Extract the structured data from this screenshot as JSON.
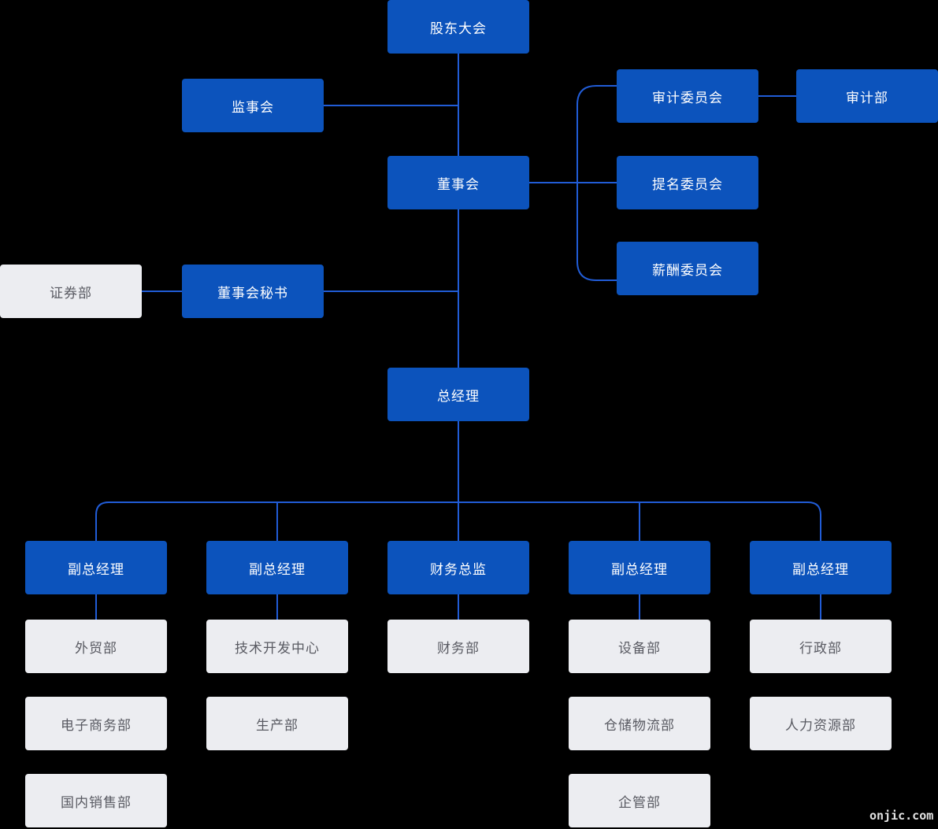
{
  "watermark": {
    "text": "onjic.com"
  },
  "colors": {
    "background": "#000000",
    "primary_node_fill": "#0C53BC",
    "secondary_node_fill": "#ECEDF1",
    "connector_line": "#215CD6",
    "primary_node_text": "#FFFFFF",
    "secondary_node_text": "#595A62",
    "watermark_text": "#E2E2E2"
  },
  "nodes": {
    "shareholders": {
      "label": "股东大会"
    },
    "supervisory": {
      "label": "监事会"
    },
    "board": {
      "label": "董事会"
    },
    "audit_committee": {
      "label": "审计委员会"
    },
    "audit_dept": {
      "label": "审计部"
    },
    "nomination_committee": {
      "label": "提名委员会"
    },
    "compensation_committee": {
      "label": "薪酬委员会"
    },
    "securities_dept": {
      "label": "证券部"
    },
    "board_secretary": {
      "label": "董事会秘书"
    },
    "general_manager": {
      "label": "总经理"
    },
    "deputy_gm_1": {
      "label": "副总经理"
    },
    "deputy_gm_2": {
      "label": "副总经理"
    },
    "cfo": {
      "label": "财务总监"
    },
    "deputy_gm_3": {
      "label": "副总经理"
    },
    "deputy_gm_4": {
      "label": "副总经理"
    },
    "foreign_trade_dept": {
      "label": "外贸部"
    },
    "ecommerce_dept": {
      "label": "电子商务部"
    },
    "domestic_sales_dept": {
      "label": "国内销售部"
    },
    "tech_dev_center": {
      "label": "技术开发中心"
    },
    "production_dept": {
      "label": "生产部"
    },
    "finance_dept": {
      "label": "财务部"
    },
    "equipment_dept": {
      "label": "设备部"
    },
    "warehouse_logistics_dept": {
      "label": "仓储物流部"
    },
    "enterprise_mgmt_dept": {
      "label": "企管部"
    },
    "admin_dept": {
      "label": "行政部"
    },
    "hr_dept": {
      "label": "人力资源部"
    }
  },
  "edges": [
    [
      "shareholders",
      "supervisory"
    ],
    [
      "shareholders",
      "board"
    ],
    [
      "board",
      "audit_committee"
    ],
    [
      "board",
      "nomination_committee"
    ],
    [
      "board",
      "compensation_committee"
    ],
    [
      "audit_committee",
      "audit_dept"
    ],
    [
      "board",
      "board_secretary"
    ],
    [
      "board_secretary",
      "securities_dept"
    ],
    [
      "board",
      "general_manager"
    ],
    [
      "general_manager",
      "deputy_gm_1"
    ],
    [
      "general_manager",
      "deputy_gm_2"
    ],
    [
      "general_manager",
      "cfo"
    ],
    [
      "general_manager",
      "deputy_gm_3"
    ],
    [
      "general_manager",
      "deputy_gm_4"
    ],
    [
      "deputy_gm_1",
      "foreign_trade_dept"
    ],
    [
      "deputy_gm_2",
      "tech_dev_center"
    ],
    [
      "cfo",
      "finance_dept"
    ],
    [
      "deputy_gm_3",
      "equipment_dept"
    ],
    [
      "deputy_gm_4",
      "admin_dept"
    ]
  ],
  "branch_columns": [
    {
      "head": "副总经理",
      "departments": [
        "外贸部",
        "电子商务部",
        "国内销售部"
      ]
    },
    {
      "head": "副总经理",
      "departments": [
        "技术开发中心",
        "生产部"
      ]
    },
    {
      "head": "财务总监",
      "departments": [
        "财务部"
      ]
    },
    {
      "head": "副总经理",
      "departments": [
        "设备部",
        "仓储物流部",
        "企管部"
      ]
    },
    {
      "head": "副总经理",
      "departments": [
        "行政部",
        "人力资源部"
      ]
    }
  ]
}
